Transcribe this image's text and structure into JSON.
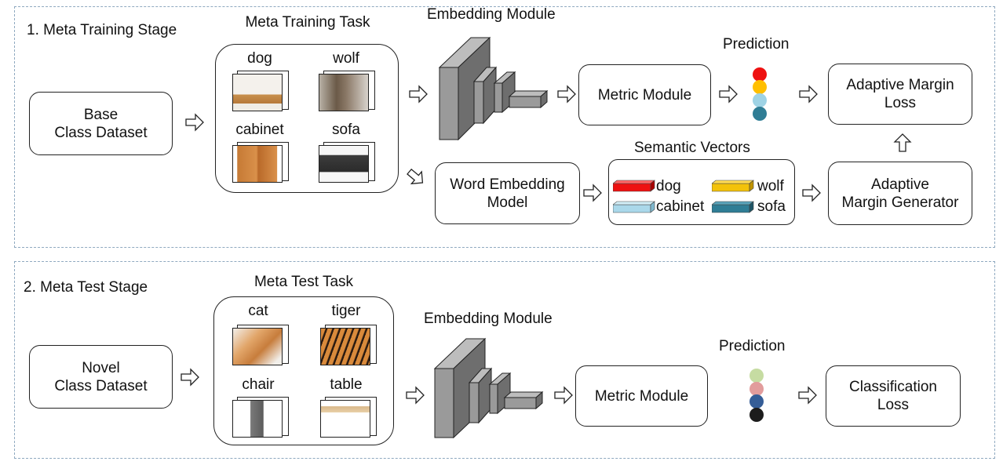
{
  "stage1": {
    "title": "1. Meta Training Stage",
    "dataset": "Base\nClass Dataset",
    "task_title": "Meta Training Task",
    "animals": [
      "dog",
      "wolf",
      "cabinet",
      "sofa"
    ],
    "embedding_title": "Embedding Module",
    "metric": "Metric Module",
    "prediction_title": "Prediction",
    "prediction_colors": [
      "#ee1111",
      "#ffbf00",
      "#9fd3e5",
      "#2f7d95"
    ],
    "loss": "Adaptive Margin\nLoss",
    "word_embedding": "Word Embedding\nModel",
    "semantic_title": "Semantic Vectors",
    "semantic": [
      {
        "label": "dog",
        "color": "#ee1111"
      },
      {
        "label": "wolf",
        "color": "#f3c20a"
      },
      {
        "label": "cabinet",
        "color": "#aad8ea"
      },
      {
        "label": "sofa",
        "color": "#2f7d95"
      }
    ],
    "generator": "Adaptive\nMargin Generator"
  },
  "stage2": {
    "title": "2. Meta Test Stage",
    "dataset": "Novel\nClass Dataset",
    "task_title": "Meta Test Task",
    "animals": [
      "cat",
      "tiger",
      "chair",
      "table"
    ],
    "embedding_title": "Embedding Module",
    "metric": "Metric Module",
    "prediction_title": "Prediction",
    "prediction_colors": [
      "#c6dca2",
      "#e29c9c",
      "#355d97",
      "#1c1c1c"
    ],
    "loss": "Classification\nLoss"
  },
  "colors": {
    "dashed_border": "#8fa9c0",
    "cube_front": "#9a9a9a",
    "cube_top": "#bdbdbd",
    "cube_side": "#6e6e6e"
  },
  "icons": {
    "arrow": "hollow-right-arrow",
    "arrow_up": "hollow-up-arrow",
    "arrow_diag": "hollow-down-right-arrow"
  }
}
